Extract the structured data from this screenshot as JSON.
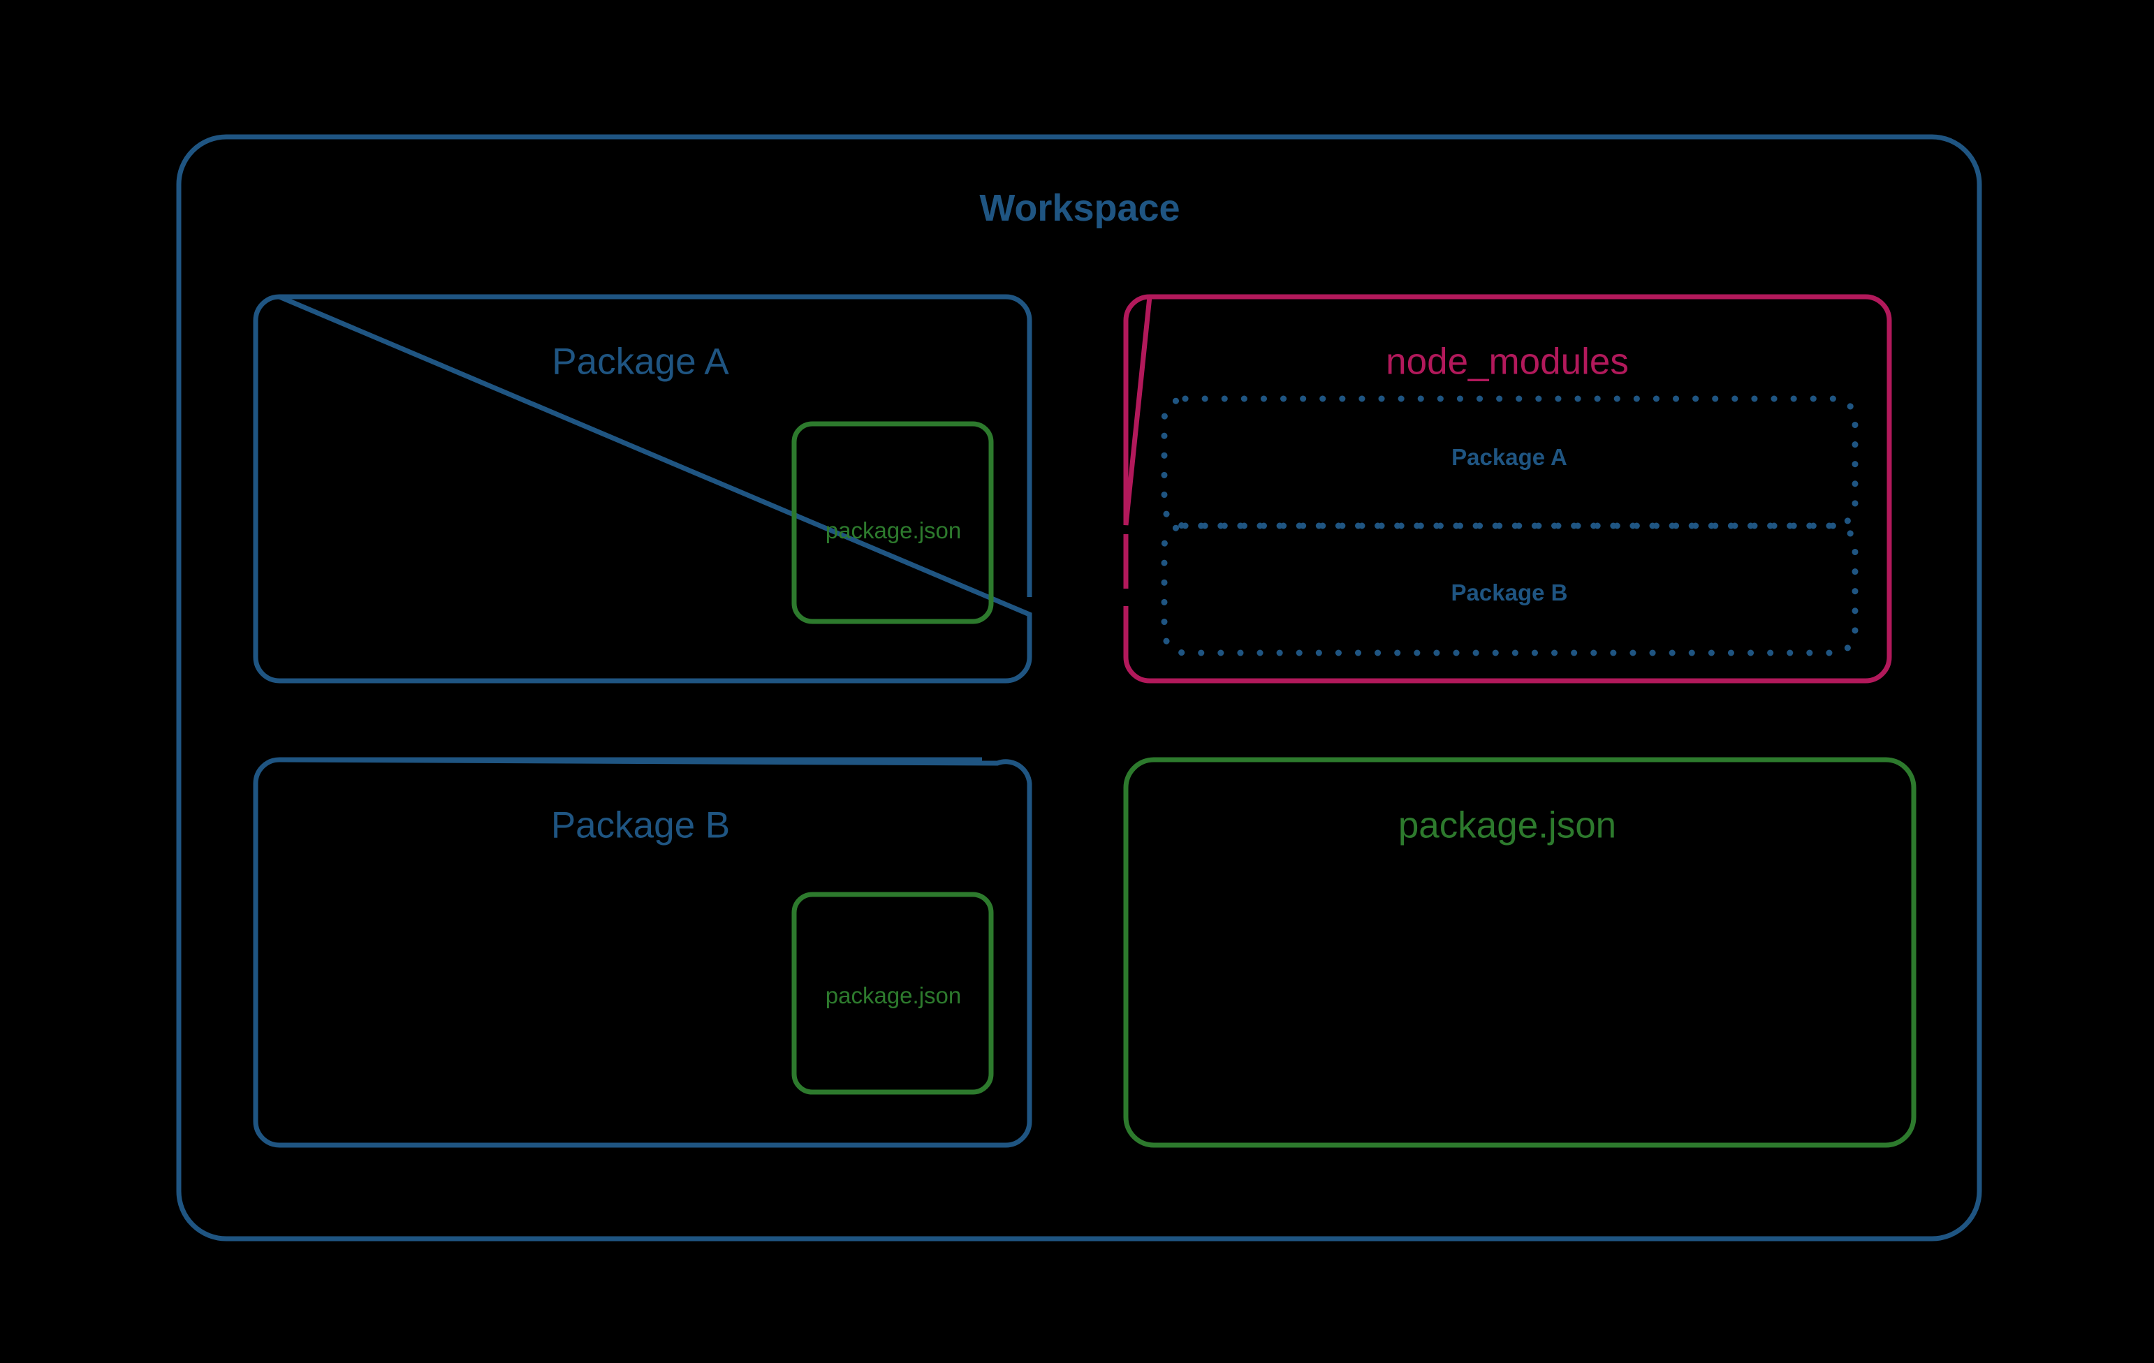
{
  "diagram": {
    "background_color": "#000000",
    "colors": {
      "blue": "#1f5582",
      "crimson": "#b2195b",
      "green": "#2d7a2d"
    },
    "workspace": {
      "label": "Workspace",
      "color": "#1f5582"
    },
    "package_a": {
      "label": "Package A",
      "color": "#1f5582",
      "package_json": {
        "label": "package.json",
        "color": "#2d7a2d"
      }
    },
    "package_b": {
      "label": "Package B",
      "color": "#1f5582",
      "package_json": {
        "label": "package.json",
        "color": "#2d7a2d"
      }
    },
    "node_modules": {
      "label": "node_modules",
      "color": "#b2195b",
      "entries": [
        {
          "label": "Package A",
          "color": "#1f5582",
          "border_style": "dotted"
        },
        {
          "label": "Package B",
          "color": "#1f5582",
          "border_style": "dotted"
        }
      ]
    },
    "root_package_json": {
      "label": "package.json",
      "color": "#2d7a2d"
    }
  }
}
